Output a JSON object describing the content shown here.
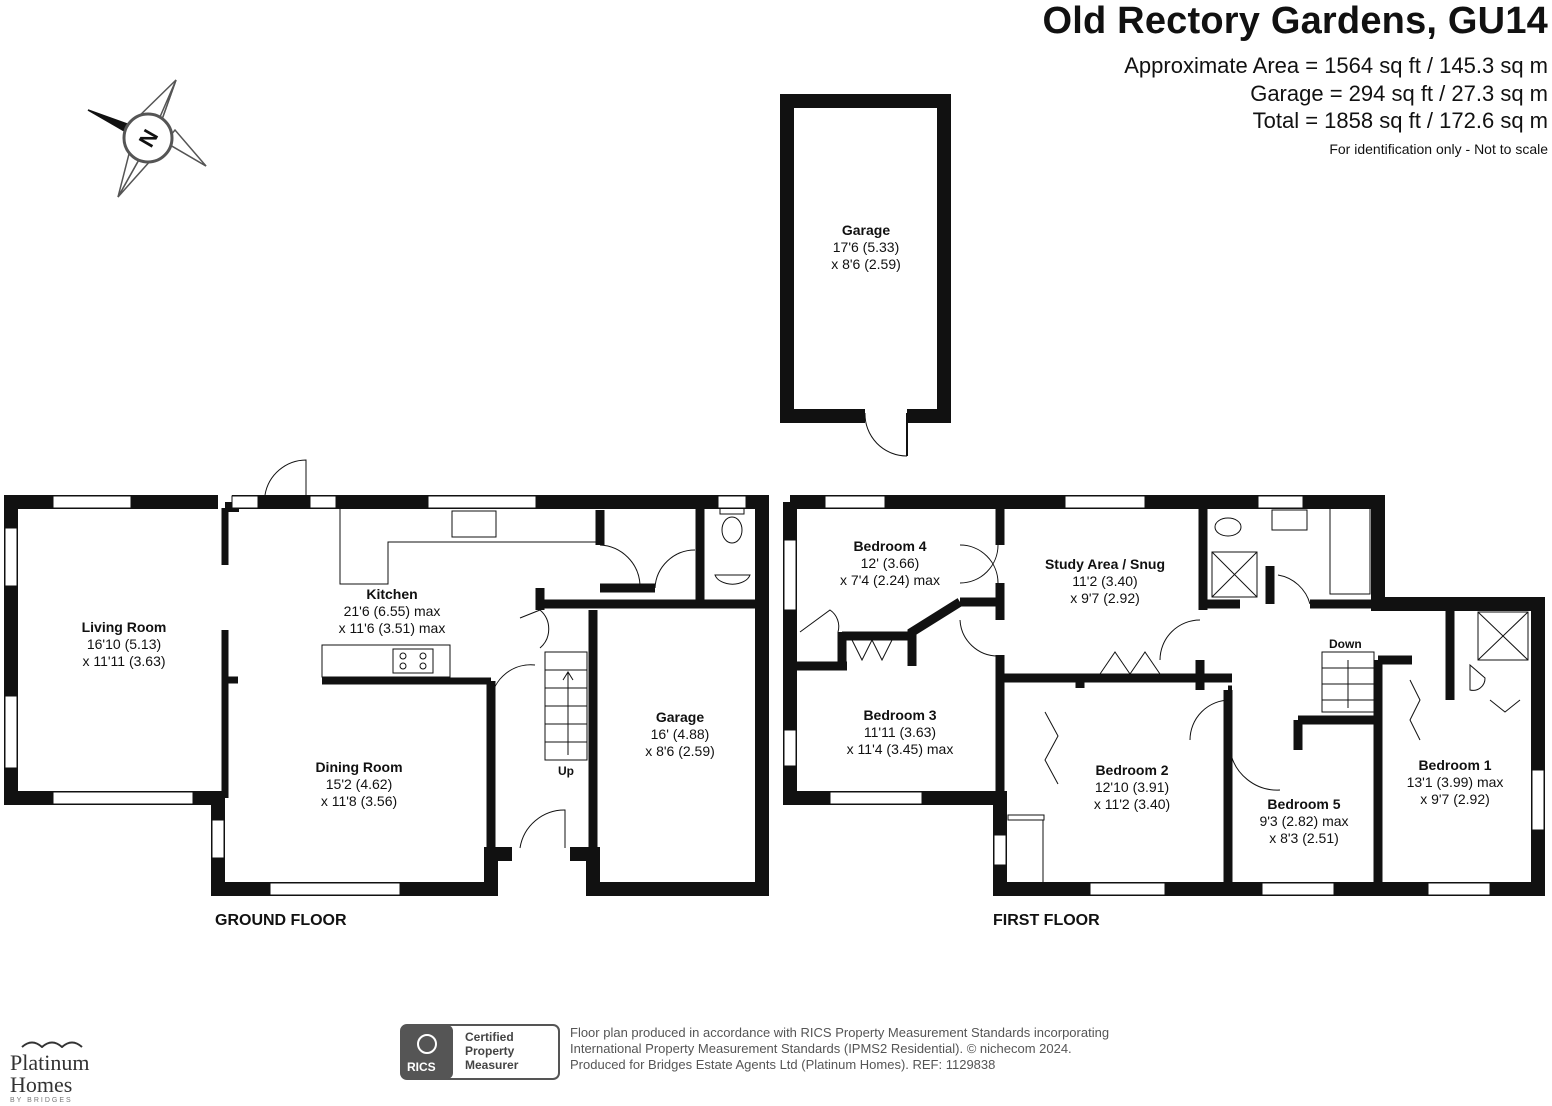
{
  "header": {
    "title": "Old Rectory Gardens, GU14",
    "area_lines": [
      "Approximate Area = 1564 sq ft / 145.3 sq m",
      "Garage = 294 sq ft / 27.3 sq m",
      "Total = 1858 sq ft / 172.6 sq m"
    ],
    "note": "For identification only - Not to scale"
  },
  "compass": {
    "letter": "N"
  },
  "floors": {
    "ground": "GROUND FLOOR",
    "first": "FIRST FLOOR"
  },
  "rooms": {
    "garage_detached": {
      "name": "Garage",
      "dims": [
        "17'6 (5.33)",
        "x 8'6 (2.59)"
      ]
    },
    "living_room": {
      "name": "Living Room",
      "dims": [
        "16'10 (5.13)",
        "x 11'11 (3.63)"
      ]
    },
    "kitchen": {
      "name": "Kitchen",
      "dims": [
        "21'6 (6.55) max",
        "x 11'6 (3.51) max"
      ]
    },
    "dining_room": {
      "name": "Dining Room",
      "dims": [
        "15'2 (4.62)",
        "x 11'8 (3.56)"
      ]
    },
    "garage_integral": {
      "name": "Garage",
      "dims": [
        "16' (4.88)",
        "x 8'6 (2.59)"
      ]
    },
    "bedroom4": {
      "name": "Bedroom 4",
      "dims": [
        "12' (3.66)",
        "x 7'4 (2.24) max"
      ]
    },
    "study": {
      "name": "Study Area / Snug",
      "dims": [
        "11'2 (3.40)",
        "x 9'7 (2.92)"
      ]
    },
    "bedroom3": {
      "name": "Bedroom 3",
      "dims": [
        "11'11 (3.63)",
        "x 11'4 (3.45) max"
      ]
    },
    "bedroom2": {
      "name": "Bedroom 2",
      "dims": [
        "12'10 (3.91)",
        "x 11'2 (3.40)"
      ]
    },
    "bedroom5": {
      "name": "Bedroom 5",
      "dims": [
        "9'3 (2.82) max",
        "x 8'3 (2.51)"
      ]
    },
    "bedroom1": {
      "name": "Bedroom 1",
      "dims": [
        "13'1 (3.99) max",
        "x 9'7 (2.92)"
      ]
    }
  },
  "stairs": {
    "up": "Up",
    "down": "Down"
  },
  "footer": {
    "lines": [
      "Floor plan produced in accordance with RICS Property Measurement Standards incorporating",
      "International Property Measurement Standards (IPMS2 Residential).   © nichecom 2024.",
      "Produced for Bridges Estate Agents Ltd (Platinum Homes).   REF: 1129838"
    ],
    "rics_badge": [
      "Certified",
      "Property",
      "Measurer"
    ],
    "rics_abbr": "RICS",
    "brand": [
      "Platinum",
      "Homes"
    ],
    "brand_sub": "BY BRIDGES"
  },
  "colors": {
    "wall": "#111111",
    "window": "#ffffff",
    "text": "#111111",
    "muted": "#555555"
  }
}
